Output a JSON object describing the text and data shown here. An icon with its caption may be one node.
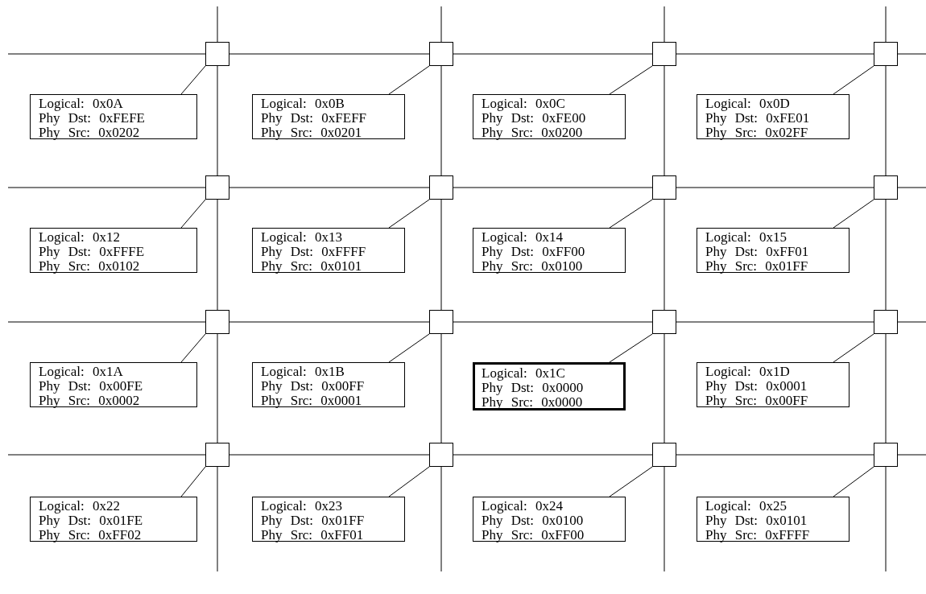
{
  "diagram": {
    "nodes": [
      {
        "text": [],
        "shape": "box"
      },
      {
        "text": [],
        "shape": "box"
      },
      {
        "text": [],
        "shape": "box"
      },
      {
        "text": [],
        "shape": "box"
      },
      {
        "text": [
          "Logical: 0x0A",
          "Phy Dst: 0xFEFE",
          "Phy Src: 0x0202"
        ]
      },
      {
        "text": [
          "Logical: 0x0B",
          "Phy Dst: 0xFEFF",
          "Phy Src: 0x0201"
        ]
      },
      {
        "text": [
          "Logical: 0x0C",
          "Phy Dst: 0xFE00",
          "Phy Src: 0x0200"
        ]
      },
      {
        "text": [
          "Logical: 0x0D",
          "Phy Dst: 0xFE01",
          "Phy Src: 0x02FF"
        ]
      },
      {
        "text": [],
        "shape": "box"
      },
      {
        "text": [],
        "shape": "box"
      },
      {
        "text": [],
        "shape": "box"
      },
      {
        "text": [],
        "shape": "box"
      },
      {
        "text": [
          "Logical: 0x12",
          "Phy Dst: 0xFFFE",
          "Phy Src: 0x0102"
        ]
      },
      {
        "text": [
          "Logical: 0x13",
          "Phy Dst: 0xFFFF",
          "Phy Src: 0x0101"
        ]
      },
      {
        "text": [
          "Logical: 0x14",
          "Phy Dst: 0xFF00",
          "Phy Src: 0x0100"
        ]
      },
      {
        "text": [
          "Logical: 0x15",
          "Phy Dst: 0xFF01",
          "Phy Src: 0x01FF"
        ]
      },
      {
        "text": [],
        "shape": "box"
      },
      {
        "text": [],
        "shape": "box"
      },
      {
        "text": [],
        "shape": "box"
      },
      {
        "text": [],
        "shape": "box"
      },
      {
        "text": [
          "Logical: 0x1A",
          "Phy Dst: 0x00FE",
          "Phy Src: 0x0002"
        ]
      },
      {
        "text": [
          "Logical: 0x1B",
          "Phy Dst: 0x00FF",
          "Phy Src: 0x0001"
        ]
      },
      {
        "text": [
          "Logical: 0x1C",
          "Phy Dst: 0x0000",
          "Phy Src: 0x0000"
        ]
      },
      {
        "text": [
          "Logical: 0x1D",
          "Phy Dst: 0x0001",
          "Phy Src: 0x00FF"
        ]
      },
      {
        "text": [],
        "shape": "box"
      },
      {
        "text": [],
        "shape": "box"
      },
      {
        "text": [],
        "shape": "box"
      },
      {
        "text": [],
        "shape": "box"
      },
      {
        "text": [
          "Logical: 0x22",
          "Phy Dst: 0x01FE",
          "Phy Src: 0xFF02"
        ]
      },
      {
        "text": [
          "Logical: 0x23",
          "Phy Dst: 0x01FF",
          "Phy Src: 0xFF01"
        ]
      },
      {
        "text": [
          "Logical: 0x24",
          "Phy Dst: 0x0100",
          "Phy Src: 0xFF00"
        ]
      },
      {
        "text": [
          "Logical: 0x25",
          "Phy Dst: 0x0101",
          "Phy Src: 0xFFFF"
        ]
      }
    ],
    "edges": [
      {
        "from": null,
        "to": 0,
        "arrow": "none"
      },
      {
        "from": 0,
        "to": 1,
        "arrow": "none"
      },
      {
        "from": 1,
        "to": 2,
        "arrow": "none"
      },
      {
        "from": 2,
        "to": 3,
        "arrow": "none"
      },
      {
        "from": 3,
        "to": null,
        "arrow": "none"
      },
      {
        "from": null,
        "to": 8,
        "arrow": "none"
      },
      {
        "from": 8,
        "to": 9,
        "arrow": "none"
      },
      {
        "from": 9,
        "to": 10,
        "arrow": "none"
      },
      {
        "from": 10,
        "to": 11,
        "arrow": "none"
      },
      {
        "from": 11,
        "to": null,
        "arrow": "none"
      },
      {
        "from": null,
        "to": 16,
        "arrow": "none"
      },
      {
        "from": 16,
        "to": 17,
        "arrow": "none"
      },
      {
        "from": 17,
        "to": 18,
        "arrow": "none"
      },
      {
        "from": 18,
        "to": 19,
        "arrow": "none"
      },
      {
        "from": 19,
        "to": null,
        "arrow": "none"
      },
      {
        "from": null,
        "to": 24,
        "arrow": "none"
      },
      {
        "from": 24,
        "to": 25,
        "arrow": "none"
      },
      {
        "from": 25,
        "to": 26,
        "arrow": "none"
      },
      {
        "from": 26,
        "to": 27,
        "arrow": "none"
      },
      {
        "from": 27,
        "to": null,
        "arrow": "none"
      },
      {
        "from": null,
        "to": 0,
        "arrow": "none"
      },
      {
        "from": 0,
        "to": 8,
        "arrow": "none"
      },
      {
        "from": 8,
        "to": 16,
        "arrow": "none"
      },
      {
        "from": 16,
        "to": 24,
        "arrow": "none"
      },
      {
        "from": 24,
        "to": null,
        "arrow": "none"
      },
      {
        "from": null,
        "to": 1,
        "arrow": "none"
      },
      {
        "from": 1,
        "to": 9,
        "arrow": "none"
      },
      {
        "from": 9,
        "to": 17,
        "arrow": "none"
      },
      {
        "from": 17,
        "to": 25,
        "arrow": "none"
      },
      {
        "from": 25,
        "to": null,
        "arrow": "none"
      },
      {
        "from": null,
        "to": 2,
        "arrow": "none"
      },
      {
        "from": 2,
        "to": 10,
        "arrow": "none"
      },
      {
        "from": 10,
        "to": 18,
        "arrow": "none"
      },
      {
        "from": 18,
        "to": 26,
        "arrow": "none"
      },
      {
        "from": 26,
        "to": null,
        "arrow": "none"
      },
      {
        "from": null,
        "to": 3,
        "arrow": "none"
      },
      {
        "from": 3,
        "to": 11,
        "arrow": "none"
      },
      {
        "from": 11,
        "to": 19,
        "arrow": "none"
      },
      {
        "from": 19,
        "to": 27,
        "arrow": "none"
      },
      {
        "from": 27,
        "to": null,
        "arrow": "none"
      },
      {
        "from": 4,
        "to": 0,
        "arrow": "none"
      },
      {
        "from": 5,
        "to": 1,
        "arrow": "none"
      },
      {
        "from": 6,
        "to": 2,
        "arrow": "none"
      },
      {
        "from": 7,
        "to": 3,
        "arrow": "none"
      },
      {
        "from": 12,
        "to": 8,
        "arrow": "none"
      },
      {
        "from": 13,
        "to": 9,
        "arrow": "none"
      },
      {
        "from": 14,
        "to": 10,
        "arrow": "none"
      },
      {
        "from": 15,
        "to": 11,
        "arrow": "none"
      },
      {
        "from": 20,
        "to": 16,
        "arrow": "none"
      },
      {
        "from": 21,
        "to": 17,
        "arrow": "none"
      },
      {
        "from": 22,
        "to": 18,
        "arrow": "none"
      },
      {
        "from": 23,
        "to": 19,
        "arrow": "none"
      },
      {
        "from": 28,
        "to": 24,
        "arrow": "none"
      },
      {
        "from": 29,
        "to": 25,
        "arrow": "none"
      },
      {
        "from": 30,
        "to": 26,
        "arrow": "none"
      },
      {
        "from": 31,
        "to": 27,
        "arrow": "none"
      }
    ]
  }
}
